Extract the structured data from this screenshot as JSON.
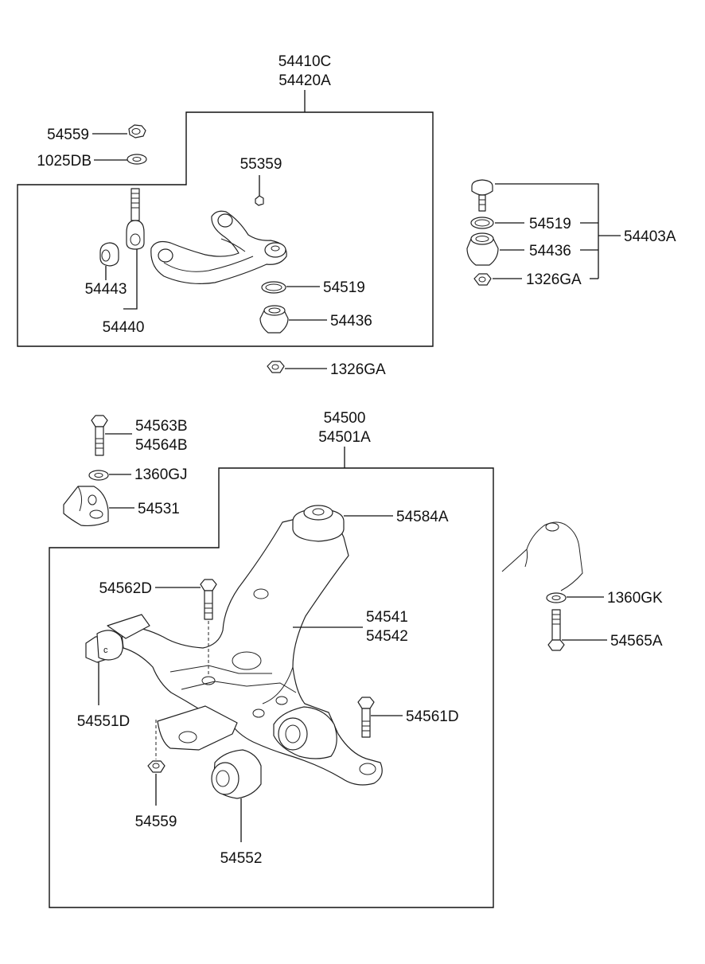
{
  "upper_assembly": {
    "title_lines": [
      "54410C",
      "54420A"
    ],
    "labels": {
      "nut_top": "54559",
      "washer_top": "1025DB",
      "bolt_small": "55359",
      "bushing": "54443",
      "bushing_group": "54440",
      "ring": "54519",
      "ball_joint": "54436",
      "nut_below": "1326GA"
    }
  },
  "ball_joint_kit": {
    "label_kit": "54403A",
    "label_ring": "54519",
    "label_joint": "54436",
    "label_nut": "1326GA"
  },
  "lower_hardware": {
    "bolt_lines": [
      "54563B",
      "54564B"
    ],
    "washer": "1360GJ",
    "bracket": "54531"
  },
  "lower_assembly": {
    "title_lines": [
      "54500",
      "54501A"
    ],
    "labels": {
      "bushing_top": "54584A",
      "bolt_left": "54562D",
      "arm_lines": [
        "54541",
        "54542"
      ],
      "front_bushing": "54551D",
      "bolt_right": "54561D",
      "nut": "54559",
      "rear_bushing": "54552"
    }
  },
  "side_detail": {
    "washer": "1360GK",
    "bolt": "54565A"
  }
}
